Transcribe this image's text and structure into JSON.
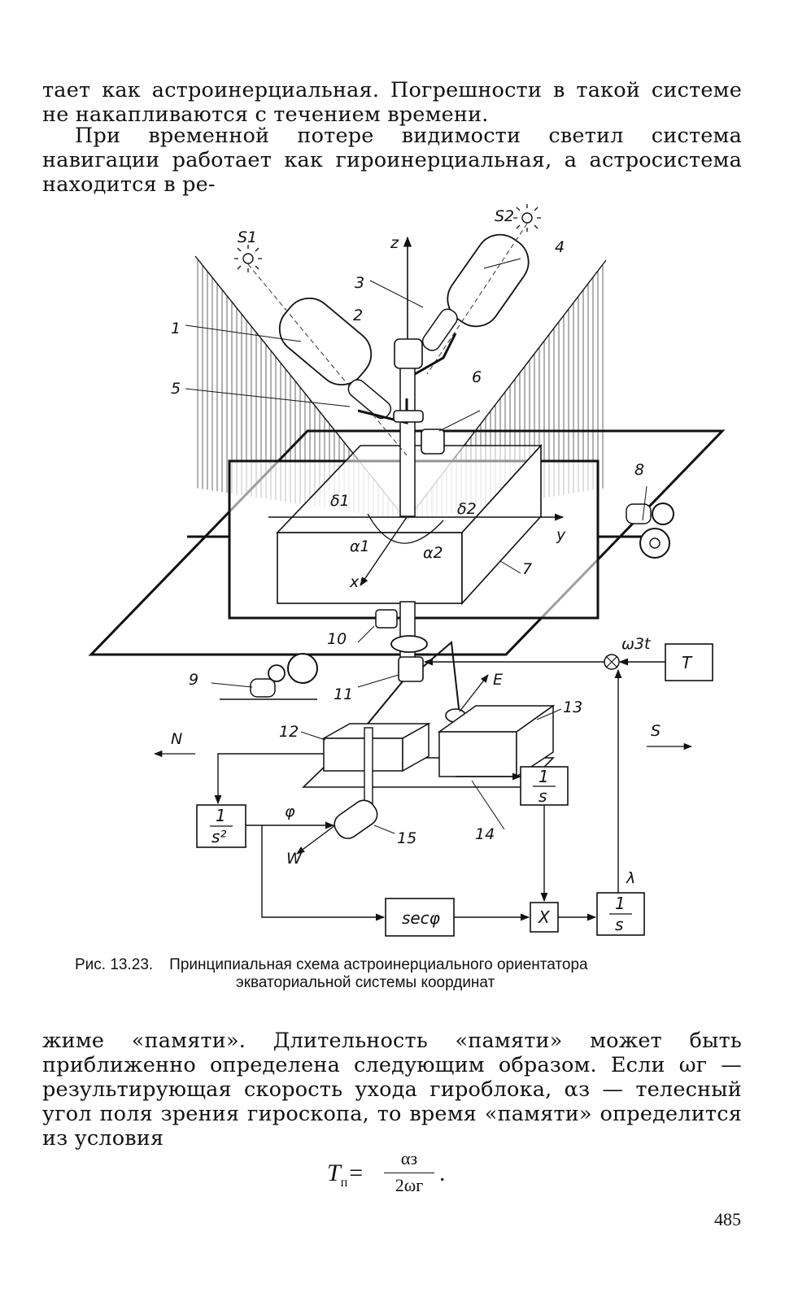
{
  "text": {
    "para_top": "тает как астроинерциальная. Погрешности в такой системе не накапливаются с течением времени.",
    "para_mid": "При временной потере видимости светил система навигации работает как гироинерциальная, а астросистема находится в ре-",
    "para_bottom": "жиме «памяти». Длительность «памяти» может быть приближенно определена следующим образом. Если ωг — результирующая скорость ухода гироблока, αз — телесный угол поля зрения гироскопа, то время «памяти» определится из условия"
  },
  "figure": {
    "labels": {
      "s1": "S1",
      "s2": "S2",
      "z": "z",
      "x": "x",
      "y": "y",
      "n": "N",
      "s": "S",
      "e": "E",
      "w": "W",
      "n1": "1",
      "n2": "2",
      "n3": "3",
      "n4": "4",
      "n5": "5",
      "n6": "6",
      "n7": "7",
      "n8": "8",
      "n9": "9",
      "n10": "10",
      "n11": "11",
      "n12": "12",
      "n13": "13",
      "n14": "14",
      "n15": "15",
      "delta1": "δ1",
      "delta2": "δ2",
      "alpha1": "α1",
      "alpha2": "α2",
      "phi": "φ",
      "lambda": "λ",
      "omega_t": "ω3t"
    },
    "blocks": {
      "t": "T",
      "inv_s2_num": "1",
      "inv_s2_den": "s²",
      "inv_s_a_num": "1",
      "inv_s_a_den": "s",
      "inv_s_b_num": "1",
      "inv_s_b_den": "s",
      "sec": "secφ",
      "mult": "X"
    }
  },
  "caption": {
    "number": "Рис. 13.23.",
    "line1": "Принципиальная схема астроинерциального ориентатора",
    "line2": "экваториальной системы координат"
  },
  "formula": {
    "lhs": "T",
    "lhs_sub": "п",
    "eq": "=",
    "numerator": "αз",
    "denominator": "2ωг",
    "tail": "."
  },
  "page_number": "485"
}
